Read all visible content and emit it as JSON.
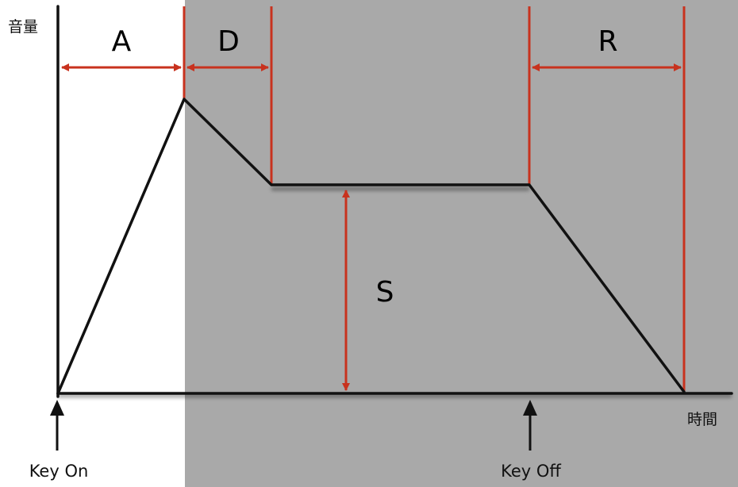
{
  "labels": {
    "y_axis": "音量",
    "x_axis": "時間",
    "attack": "A",
    "decay": "D",
    "sustain": "S",
    "release": "R",
    "key_on": "Key On",
    "key_off": "Key Off"
  },
  "colors": {
    "envelope": "#111111",
    "marker": "#c8321e",
    "shade": "#a9a9a9",
    "background": "#ffffff"
  }
}
